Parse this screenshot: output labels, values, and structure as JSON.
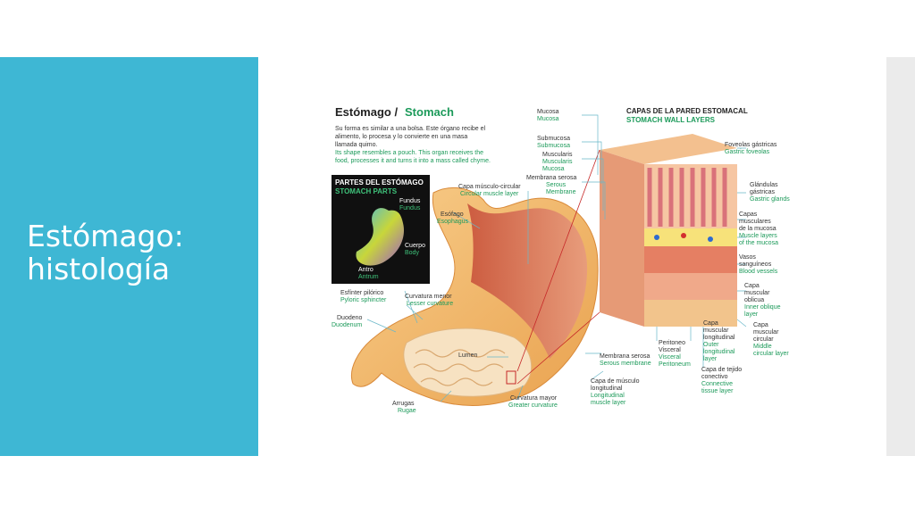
{
  "slide": {
    "title_line1": "Estómago:",
    "title_line2": "histología"
  },
  "figure": {
    "heading_es": "Estómago /",
    "heading_en": "Stomach",
    "desc_es": [
      "Su forma es similar a una bolsa. Este órgano recibe el",
      "alimento, lo procesa y lo convierte en una masa",
      "llamada quimo."
    ],
    "desc_en": [
      "Its shape resembles a pouch. This organ receives the",
      "food, processes it and turns it into a mass called chyme."
    ],
    "parts_box": {
      "title_es": "PARTES DEL ESTÓMAGO",
      "title_en": "STOMACH PARTS",
      "fundus_es": "Fundus",
      "fundus_en": "Fundus",
      "body_es": "Cuerpo",
      "body_en": "Body",
      "antrum_es": "Antro",
      "antrum_en": "Antrum"
    },
    "wall_title_es": "CAPAS DE LA PARED ESTOMACAL",
    "wall_title_en": "STOMACH WALL LAYERS",
    "labels": {
      "mucosa_es": "Mucosa",
      "mucosa_en": "Mucosa",
      "submucosa_es": "Submucosa",
      "submucosa_en": "Submucosa",
      "muscularis_es": "Muscularis",
      "muscularis_en1": "Muscularis",
      "muscularis_en2": "Mucosa",
      "serosa_es": "Membrana serosa",
      "serosa_en1": "Serous",
      "serosa_en2": "Membrane",
      "circular_es": "Capa músculo-circular",
      "circular_en": "Circular muscle layer",
      "esofago_es": "Esófago",
      "esofago_en": "Esophagus",
      "foveolas_es": "Foveolas gástricas",
      "foveolas_en": "Gastric foveolas",
      "glandulas_es1": "Glándulas",
      "glandulas_es2": "gástricas",
      "glandulas_en": "Gastric glands",
      "capas_es1": "Capas",
      "capas_es2": "musculares",
      "capas_es3": "de la mucosa",
      "capas_en1": "Muscle layers",
      "capas_en2": "of the mucosa",
      "vasos_es1": "Vasos",
      "vasos_es2": "sanguíneos",
      "vasos_en": "Blood vessels",
      "oblicua_es1": "Capa",
      "oblicua_es2": "muscular",
      "oblicua_es3": "oblicua",
      "oblicua_en1": "Inner oblique",
      "oblicua_en2": "layer",
      "esfinter_es": "Esfínter pilórico",
      "esfinter_en": "Pyloric sphincter",
      "curv_menor_es": "Curvatura menor",
      "curv_menor_en": "Lesser curvature",
      "duodeno_es": "Duodeno",
      "duodeno_en": "Duodenum",
      "lumen": "Lumen",
      "arrugas_es": "Arrugas",
      "arrugas_en": "Rugae",
      "curv_mayor_es": "Curvatura mayor",
      "curv_mayor_en": "Greater curvature",
      "serosa2_es": "Membrana serosa",
      "serosa2_en": "Serous membrane",
      "longi_es1": "Capa de músculo",
      "longi_es2": "longitudinal",
      "longi_en1": "Longitudinal",
      "longi_en2": "muscle layer",
      "peritoneo_es1": "Peritoneo",
      "peritoneo_es2": "Visceral",
      "peritoneo_en1": "Visceral",
      "peritoneo_en2": "Peritoneum",
      "clong_es1": "Capa",
      "clong_es2": "muscular",
      "clong_es3": "longitudinal",
      "clong_en1": "Outer",
      "clong_en2": "longitudinal",
      "clong_en3": "layer",
      "ccirc_es1": "Capa",
      "ccirc_es2": "muscular",
      "ccirc_es3": "circular",
      "ccirc_en1": "Middle",
      "ccirc_en2": "circular layer",
      "tejido_es1": "Capa de tejido",
      "tejido_es2": "conectivo",
      "tejido_en1": "Connective",
      "tejido_en2": "tissue layer"
    }
  }
}
